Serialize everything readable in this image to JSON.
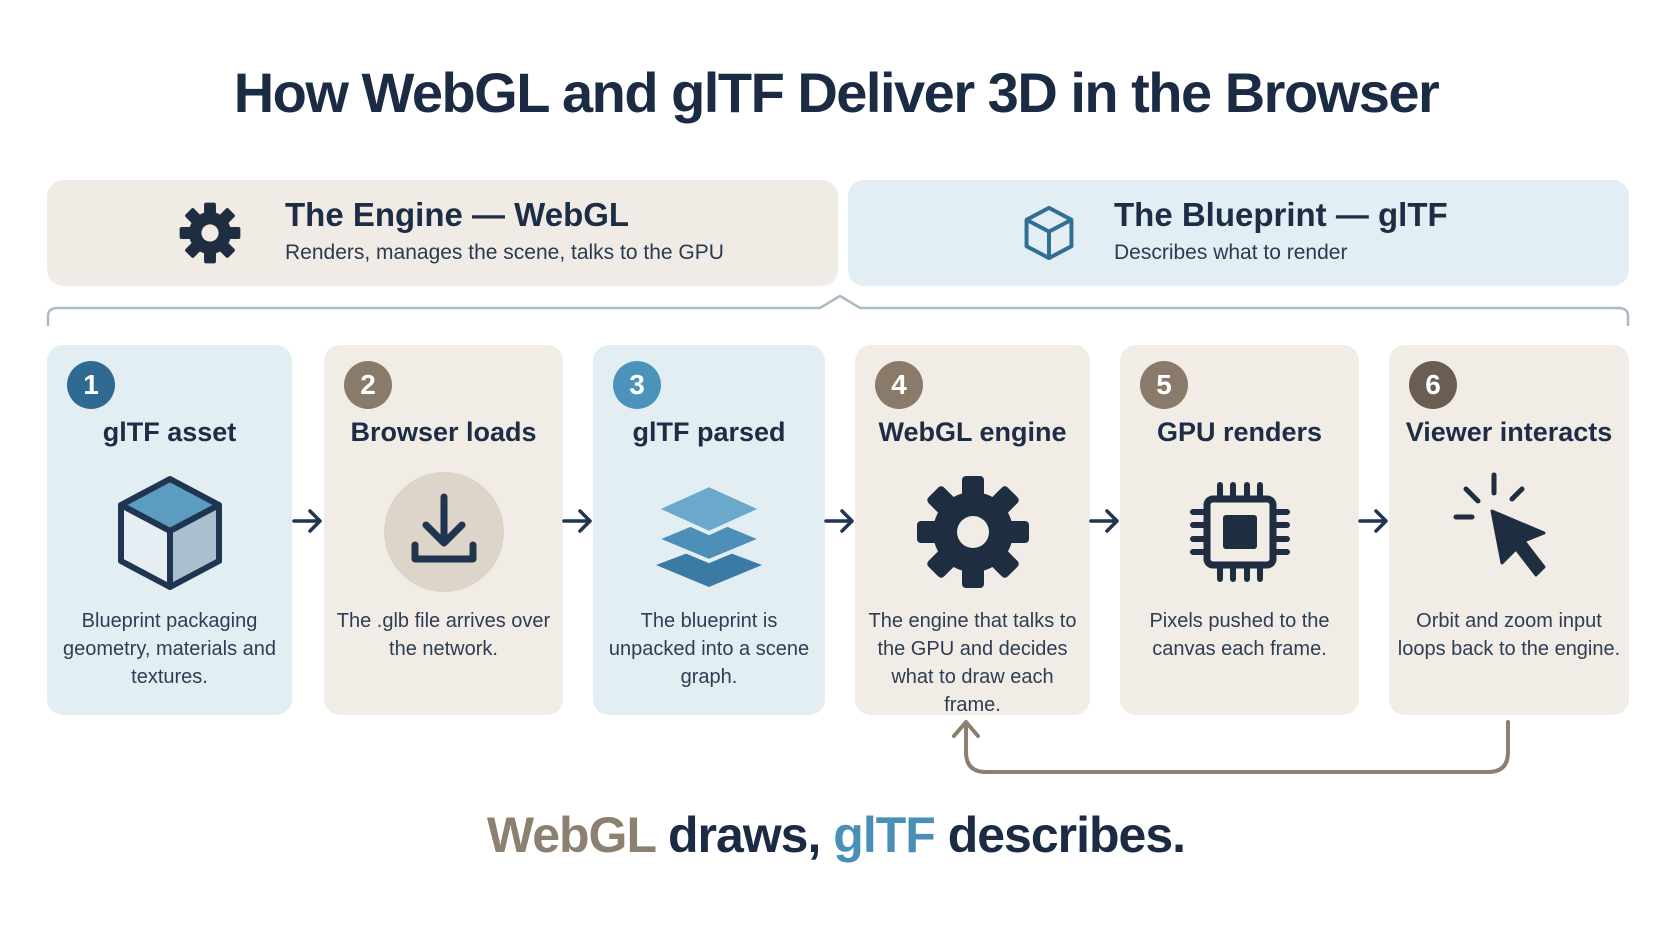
{
  "title": "How WebGL and glTF Deliver 3D in the Browser",
  "banners": {
    "engine": {
      "title": "The Engine — WebGL",
      "subtitle": "Renders, manages the scene, talks to the GPU",
      "icon": "gear-icon"
    },
    "blueprint": {
      "title": "The Blueprint — glTF",
      "subtitle": "Describes what to render",
      "icon": "cube-outline-icon"
    }
  },
  "steps": [
    {
      "number": "1",
      "title": "glTF asset",
      "description": "Blueprint packaging geometry, materials and textures.",
      "icon": "cube-icon"
    },
    {
      "number": "2",
      "title": "Browser loads",
      "description": "The .glb file arrives over the network.",
      "icon": "download-icon"
    },
    {
      "number": "3",
      "title": "glTF parsed",
      "description": "The blueprint is unpacked into a scene graph.",
      "icon": "layers-icon"
    },
    {
      "number": "4",
      "title": "WebGL engine",
      "description": "The engine that talks to the GPU and decides what to draw each frame.",
      "icon": "gear-icon"
    },
    {
      "number": "5",
      "title": "GPU renders",
      "description": "Pixels pushed to the canvas each frame.",
      "icon": "chip-icon"
    },
    {
      "number": "6",
      "title": "Viewer interacts",
      "description": "Orbit and zoom input loops back to the engine.",
      "icon": "cursor-click-icon"
    }
  ],
  "tagline": {
    "part1": "WebGL",
    "part2": " draws, ",
    "part3": "glTF",
    "part4": " describes."
  },
  "colors": {
    "navy": "#1c2d45",
    "blue_accent": "#4a8fb5",
    "taupe_accent": "#8c8070",
    "blue_card": "#e3eef3",
    "beige_card": "#f1ece5"
  }
}
